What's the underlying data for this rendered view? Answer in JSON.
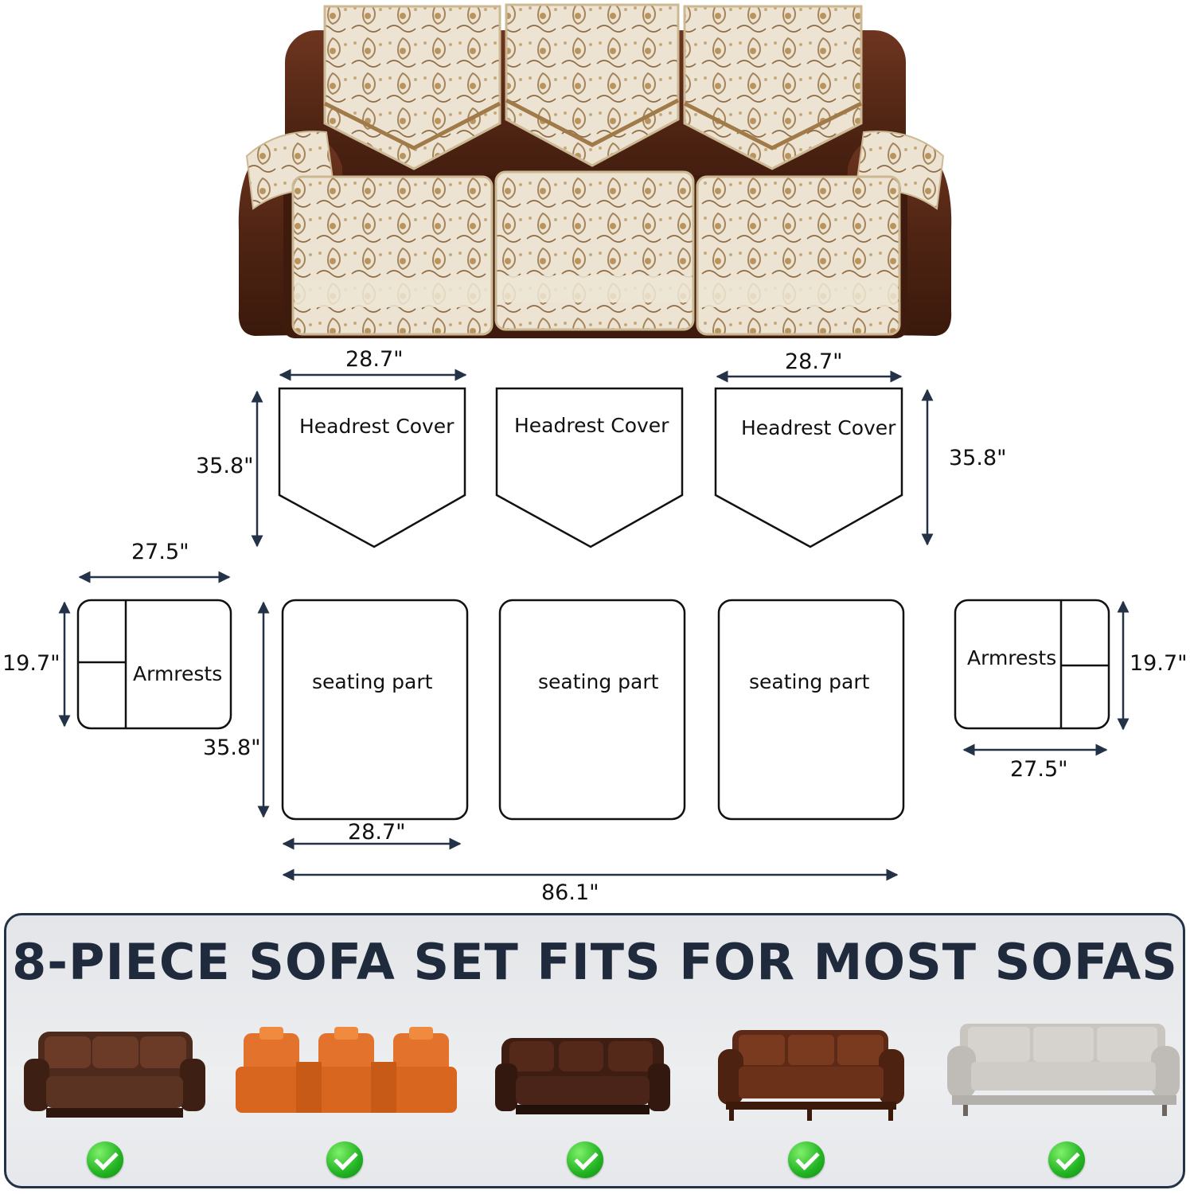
{
  "colors": {
    "leather": "#5a2b18",
    "fabric": "#e7dcc8",
    "pattern": "#9a7a4e",
    "outline": "#111111",
    "arrow": "#243247",
    "banner_border": "#243247",
    "check": "#22b322"
  },
  "diagram": {
    "headrest_label": "Headrest Cover",
    "seat_label": "seating part",
    "armrest_label": "Armrests",
    "headrest_width_left": "28.7\"",
    "headrest_width_right": "28.7\"",
    "headrest_height_left": "35.8\"",
    "headrest_height_right": "35.8\"",
    "armrest_width_left": "27.5\"",
    "armrest_width_right": "27.5\"",
    "armrest_height_left": "19.7\"",
    "armrest_height_right": "19.7\"",
    "seat_height": "35.8\"",
    "seat_width": "28.7\"",
    "total_width": "86.1\""
  },
  "banner": {
    "title": "8-PIECE SOFA SET FITS FOR MOST SOFAS",
    "sofas": [
      {
        "icon": "brown-recliner-sofa-icon",
        "color": "#5b3322"
      },
      {
        "icon": "orange-theater-sofa-icon",
        "color": "#e2722c"
      },
      {
        "icon": "dark-console-recliner-icon",
        "color": "#4a2418"
      },
      {
        "icon": "leather-chesterfield-sofa-icon",
        "color": "#5c2a16"
      },
      {
        "icon": "gray-fabric-sofa-icon",
        "color": "#c9c5c0"
      }
    ]
  }
}
